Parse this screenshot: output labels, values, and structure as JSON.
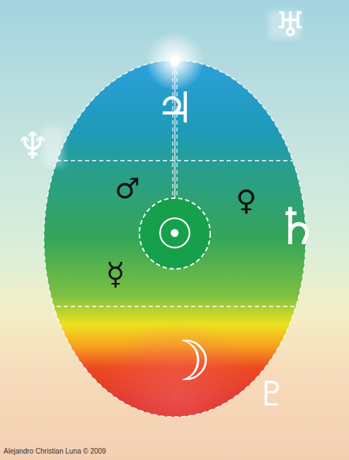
{
  "diagram": {
    "labels": [
      "♃",
      "♅",
      "♆",
      "♂",
      "♀",
      "♄",
      "☉",
      "☿",
      "☽",
      "♇",
      "Alejandro Christian Luna © 2009"
    ]
  }
}
